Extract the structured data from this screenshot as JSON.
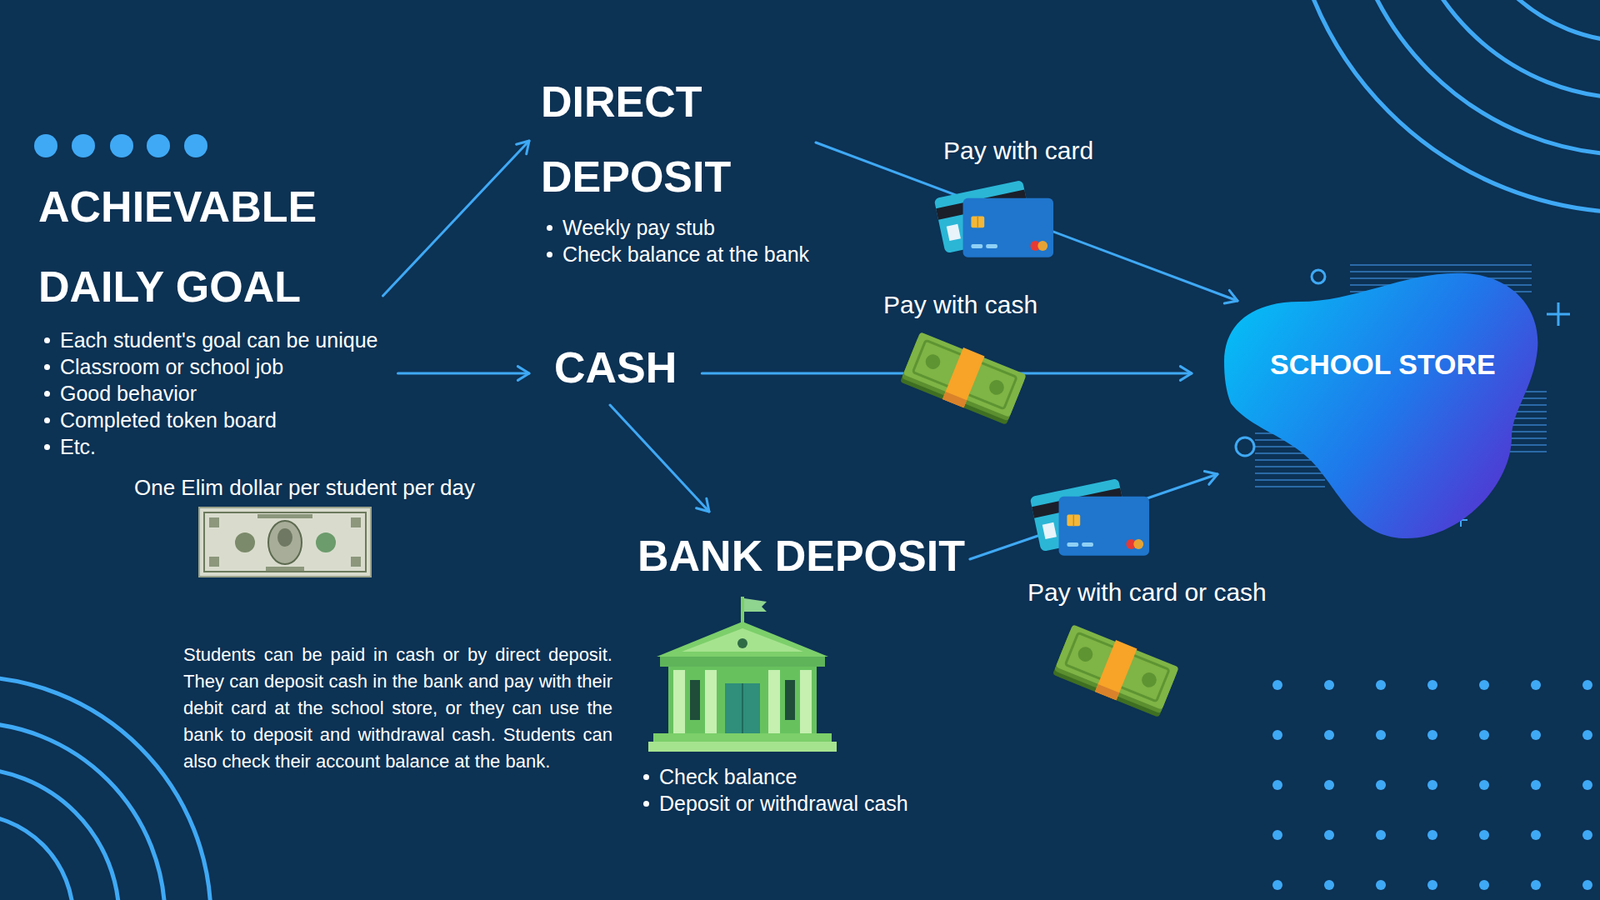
{
  "diagram": {
    "nodes": [
      {
        "text": [
          "ACHIEVABLE DAILY GOAL",
          "Each student's goal can be unique",
          "Classroom or school job",
          "Good behavior",
          "Completed token board",
          "Etc."
        ]
      },
      {
        "text": [
          "DIRECT DEPOSIT",
          "Weekly pay stub",
          "Check balance at the bank"
        ]
      },
      {
        "text": [
          "CASH"
        ]
      },
      {
        "text": [
          "BANK DEPOSIT",
          "Check balance",
          "Deposit or withdrawal cash"
        ]
      },
      {
        "text": [
          "SCHOOL STORE"
        ]
      }
    ],
    "edges": [
      {
        "from": 0,
        "to": 1,
        "arrow": "to"
      },
      {
        "from": 0,
        "to": 2,
        "arrow": "to"
      },
      {
        "from": 2,
        "to": 3,
        "arrow": "to"
      },
      {
        "from": 1,
        "to": 4,
        "label": "Pay with card",
        "arrow": "to"
      },
      {
        "from": 2,
        "to": 4,
        "label": "Pay with cash",
        "arrow": "to"
      },
      {
        "from": 3,
        "to": 4,
        "label": "Pay with card or cash",
        "arrow": "to"
      }
    ],
    "labels": [
      "One Elim dollar per student per day",
      "Students can be paid in cash or by direct deposit. They can deposit cash in the bank and pay with their debit card at the school store, or they can use the bank to deposit and withdrawal cash. Students can also check their account balance at the bank."
    ]
  }
}
